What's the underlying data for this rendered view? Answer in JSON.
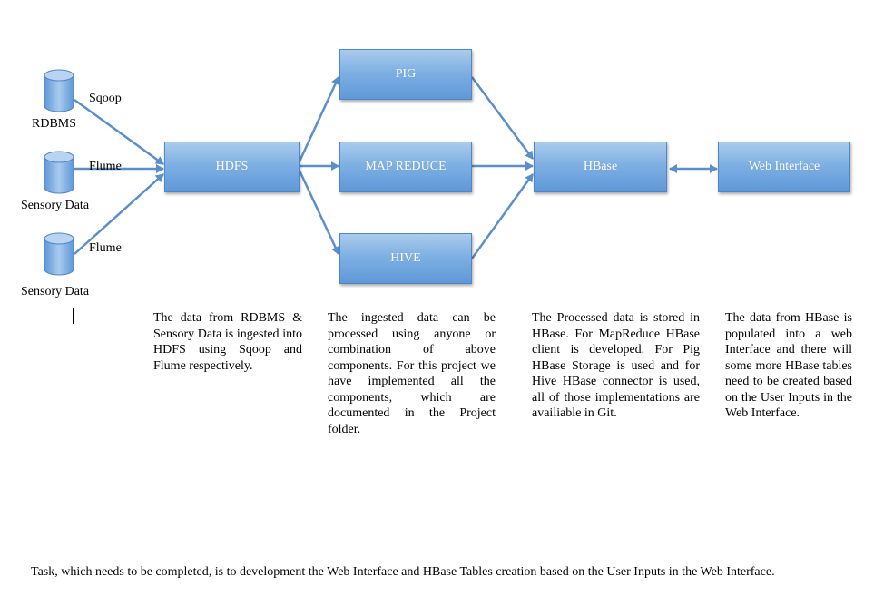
{
  "diagram": {
    "sources": [
      {
        "name": "RDBMS",
        "tool": "Sqoop"
      },
      {
        "name": "Sensory Data",
        "tool": "Flume"
      },
      {
        "name": "Sensory Data",
        "tool": "Flume"
      }
    ],
    "nodes": {
      "hdfs": "HDFS",
      "pig": "PIG",
      "mapreduce": "MAP REDUCE",
      "hive": "HIVE",
      "hbase": "HBase",
      "web": "Web Interface"
    },
    "colors": {
      "box_top": "#a9cbed",
      "box_bottom": "#5f98d8",
      "border": "#4f86c6",
      "arrow": "#5b8fcc"
    }
  },
  "descriptions": {
    "hdfs": "The data from RDBMS & Sensory Data is ingested into HDFS using Sqoop and Flume respectively.",
    "processing": "The ingested data can be processed using anyone or combination of above components. For this project we have implemented all the components, which are documented in the Project folder.",
    "hbase": "The Processed data is stored in HBase. For MapReduce HBase client is developed. For Pig HBase Storage is used and for Hive HBase connector is used, all of those implementations are availiable in Git.",
    "web": "The data from HBase is populated into a web Interface and there will some more HBase tables need to be created based on the User Inputs in the Web Interface."
  },
  "task": "Task, which needs to be completed, is to development the Web Interface and HBase Tables creation based on the User Inputs in the Web Interface."
}
